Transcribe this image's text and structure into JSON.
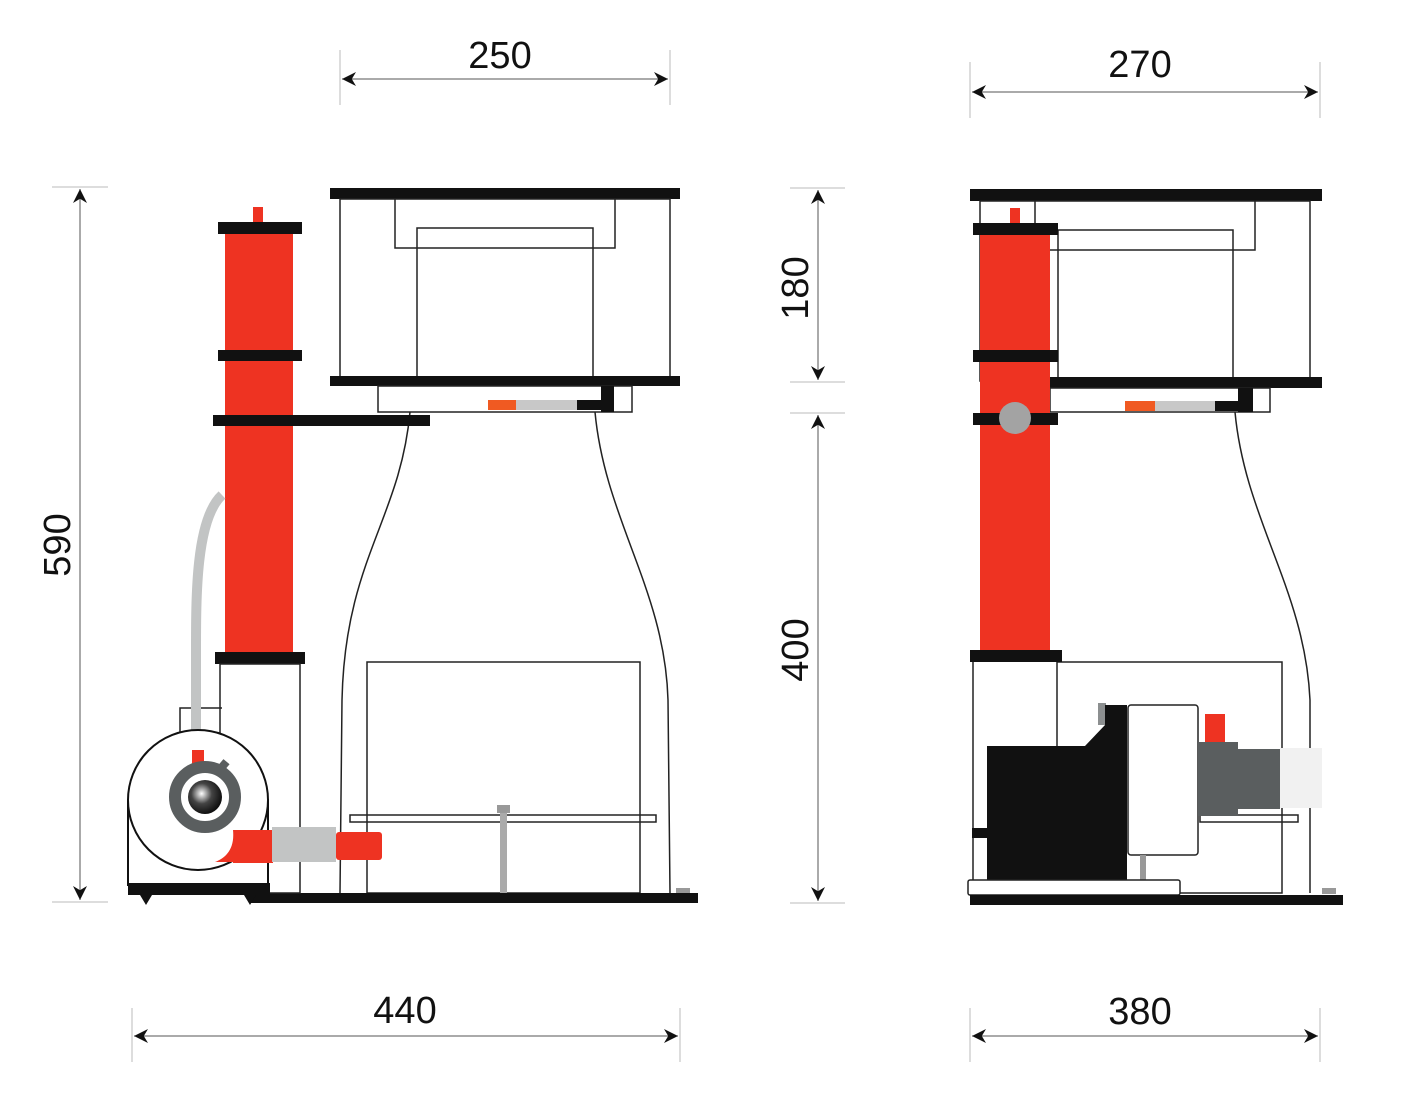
{
  "dimensions": {
    "top_left_width": "250",
    "top_right_width": "270",
    "total_height": "590",
    "cup_height": "180",
    "body_height": "400",
    "bottom_left_width": "440",
    "bottom_right_width": "380"
  },
  "colors": {
    "accent_red": "#ee3322",
    "tube_gray": "#c2c4c4",
    "dark_gray": "#5a5e5f",
    "outline": "#222222"
  }
}
